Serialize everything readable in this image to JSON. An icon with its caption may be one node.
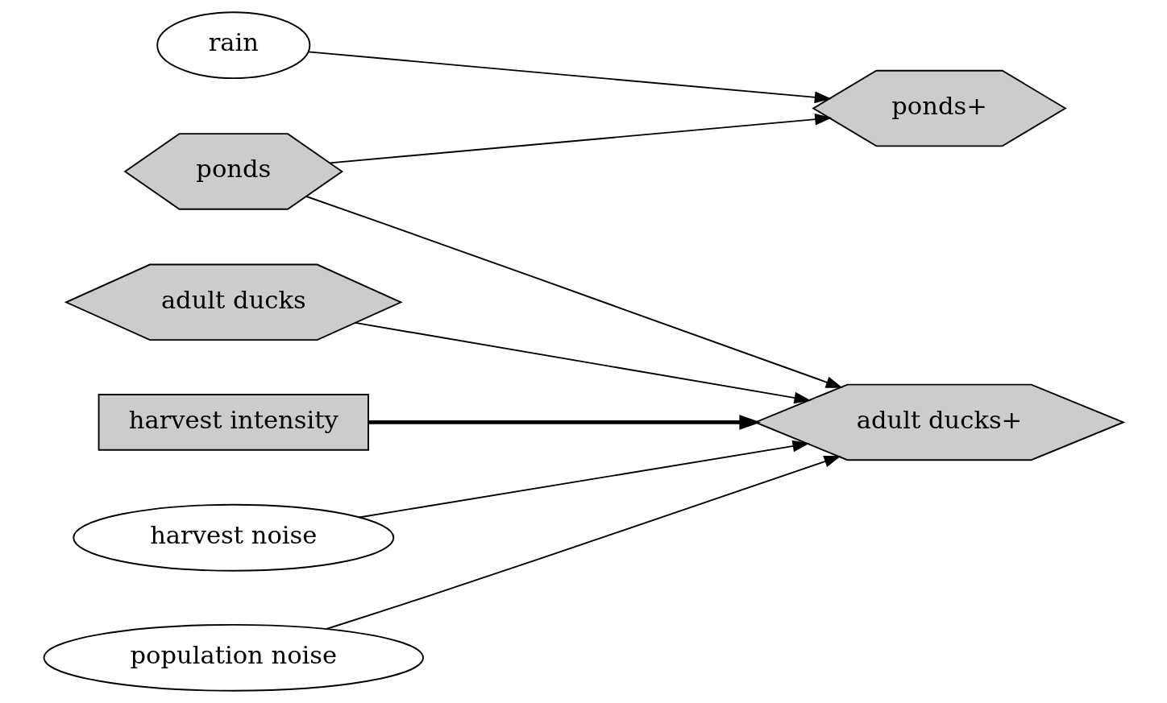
{
  "diagram": {
    "nodes": [
      {
        "text": [
          "rain"
        ]
      },
      {
        "text": [
          "ponds"
        ]
      },
      {
        "text": [
          "ponds+"
        ]
      },
      {
        "text": [
          "adult ducks"
        ]
      },
      {
        "text": [
          "adult ducks+"
        ]
      },
      {
        "text": [
          "harvest intensity"
        ]
      },
      {
        "text": [
          "harvest noise"
        ]
      },
      {
        "text": [
          "population noise"
        ]
      }
    ],
    "edges": [
      {
        "from": 0,
        "to": 2,
        "arrow": "to"
      },
      {
        "from": 1,
        "to": 2,
        "arrow": "to"
      },
      {
        "from": 1,
        "to": 4,
        "arrow": "to"
      },
      {
        "from": 3,
        "to": 4,
        "arrow": "to"
      },
      {
        "from": 5,
        "to": 4,
        "arrow": "to",
        "style": "thick"
      },
      {
        "from": 6,
        "to": 4,
        "arrow": "to"
      },
      {
        "from": 7,
        "to": 4,
        "arrow": "to"
      }
    ]
  }
}
